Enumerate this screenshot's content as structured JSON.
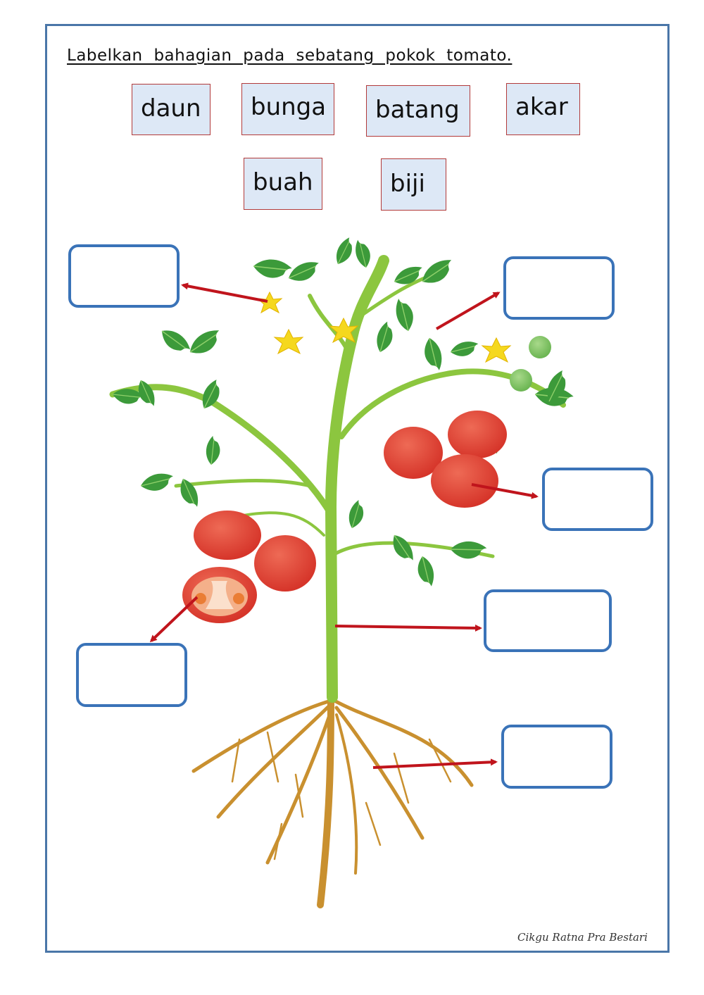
{
  "worksheet": {
    "title": "Labelkan bahagian pada sebatang pokok tomato.",
    "word_bank": [
      {
        "label": "daun"
      },
      {
        "label": "bunga"
      },
      {
        "label": "batang"
      },
      {
        "label": "akar"
      },
      {
        "label": "buah"
      },
      {
        "label": "biji"
      }
    ],
    "answer_boxes": [
      {
        "position": "top-left",
        "points_to": "flower",
        "value": ""
      },
      {
        "position": "top-right",
        "points_to": "leaf",
        "value": ""
      },
      {
        "position": "middle-right",
        "points_to": "fruit",
        "value": ""
      },
      {
        "position": "lower-left",
        "points_to": "seed",
        "value": ""
      },
      {
        "position": "lower-right",
        "points_to": "stem",
        "value": ""
      },
      {
        "position": "bottom-right",
        "points_to": "root",
        "value": ""
      }
    ],
    "signature": "Cikgu Ratna Pra Bestari",
    "colors": {
      "frame": "#4a76a8",
      "word_bg": "#dde8f6",
      "word_border": "#b23a3a",
      "answer_border": "#3a73b8",
      "arrow": "#c0141c"
    }
  }
}
